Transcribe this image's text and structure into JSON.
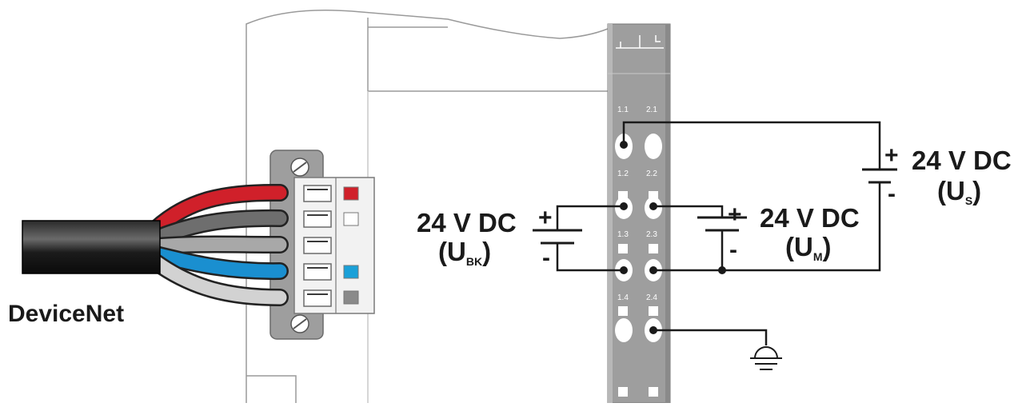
{
  "cable_label": "DeviceNet",
  "supplies": {
    "us": {
      "voltage": "24 V DC",
      "paren_open": "(U",
      "sub": "S",
      "paren_close": ")",
      "plus": "+",
      "minus": "-"
    },
    "ubk": {
      "voltage": "24 V DC",
      "paren_open": "(U",
      "sub": "BK",
      "paren_close": ")",
      "plus": "+",
      "minus": "-"
    },
    "um": {
      "voltage": "24 V DC",
      "paren_open": "(U",
      "sub": "M",
      "paren_close": ")",
      "plus": "+",
      "minus": "-"
    }
  },
  "terminal_labels": [
    "1.1",
    "2.1",
    "1.2",
    "2.2",
    "1.3",
    "2.3",
    "1.4",
    "2.4"
  ],
  "wire_colors": [
    "#d0202a",
    "#6e6e6e",
    "#a8a8a8",
    "#1a8fd0",
    "#d2d2d2"
  ],
  "marker_colors": [
    "#d0202a",
    "#ffffff",
    "#ffffff",
    "#1aa0d8",
    "#8a8a8a"
  ],
  "icons": {
    "ground": "ground-icon",
    "screw": "screw-icon"
  }
}
